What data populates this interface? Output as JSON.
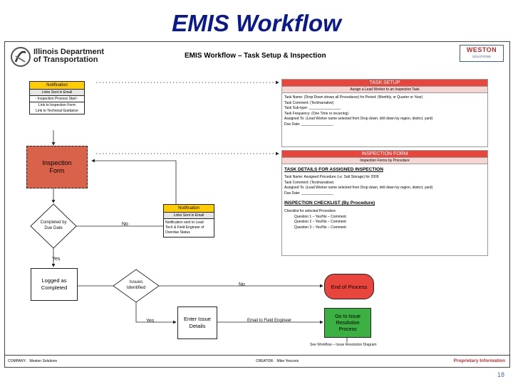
{
  "slide": {
    "title": "EMIS Workflow",
    "page_number": "18"
  },
  "logo": {
    "line1": "Illinois Department",
    "line2": "of Transportation"
  },
  "weston_logo": {
    "text": "WESTON",
    "sub": "SOLUTIONS"
  },
  "diagram": {
    "title": "EMIS Workflow – Task Setup & Inspection"
  },
  "notification_left": {
    "header": "Notification",
    "rows": [
      "Links Sent in Email",
      "- Inspection Process Start -",
      "Link to Inspection Form",
      "Link to Technical Guidance"
    ]
  },
  "inspection_form_box": {
    "line1": "Inspection",
    "line2": "Form"
  },
  "decision_completed": {
    "line1": "Completed by",
    "line2": "Due Date"
  },
  "labels": {
    "no1": "No",
    "yes1": "Yes",
    "no2": "No",
    "yes2": "Yes",
    "email_field": "Email to Field Engineer"
  },
  "notification_mid": {
    "header": "Notification",
    "row1": "Links Sent in Email",
    "note_lines": [
      "Notification sent to Lead",
      "Tech & Field Engineer of",
      "Overdue Status"
    ]
  },
  "logged_box": {
    "line1": "Logged as",
    "line2": "Completed"
  },
  "decision_issues": {
    "line1": "Issues",
    "line2": "Identified"
  },
  "end_process": {
    "text": "End of Process"
  },
  "enter_issue": {
    "line1": "Enter Issue",
    "line2": "Details"
  },
  "go_issue": {
    "line1": "Go to Issue",
    "line2": "Resolution",
    "line3": "Process"
  },
  "see_workflow": "See Workflow – Issue Resolution Diagram",
  "task_setup": {
    "header": "TASK SETUP",
    "sub": "Assign a Lead Worker to an Inspection Task",
    "rows": [
      {
        "label": "Task Name:",
        "value": "(Drop Down shows all Procedures) for Period: (Monthly, or Quarter or Year)"
      },
      {
        "label": "Task Comment:",
        "value": "(Text/narrative)"
      },
      {
        "label": "Task Sub-type:",
        "value": "________________"
      },
      {
        "label": "Task Frequency:",
        "value": "(One Time or recurring)"
      },
      {
        "label": "Assigned To:",
        "value": "(Lead Worker name selected from Drop down, drill down by region, district, yard)"
      },
      {
        "label": "Due Date:",
        "value": "________________"
      }
    ]
  },
  "inspection_panel": {
    "header": "INSPECTION FORM",
    "sub": "Inspection Forms by Procedure",
    "details_title": "TASK DETAILS FOR ASSIGNED INSPECTION",
    "details_rows": [
      {
        "label": "Task Name:",
        "value": "Assigned Procedure (i.e. Salt Storage) for 2009"
      },
      {
        "label": "Task Comment:",
        "value": "(Text/narrative)"
      },
      {
        "label": "Assigned To:",
        "value": "(Lead Worker name selected from Drop down, drill down by region, district, yard)"
      },
      {
        "label": "Due Date:",
        "value": "________________"
      }
    ],
    "checklist_title": "INSPECTION CHECKLIST (By Procedure)",
    "checklist_intro": "Checklist for selected Procedure",
    "questions": [
      "Question 1 – Yes/No – Comment",
      "Question 2 – Yes/No – Comment",
      "Question 3 – Yes/No – Comment"
    ]
  },
  "footer": {
    "company_label": "COMPANY:",
    "company": "Weston Solutions",
    "creator_label": "CREATOR:",
    "creator": "Mike Yescoris",
    "proprietary": "Proprietary Information"
  },
  "colors": {
    "title": "#0a1a8c",
    "red": "#e8453c",
    "green": "#3cb043",
    "notification": "#ffcc00",
    "inspection_box": "#d9634a"
  }
}
